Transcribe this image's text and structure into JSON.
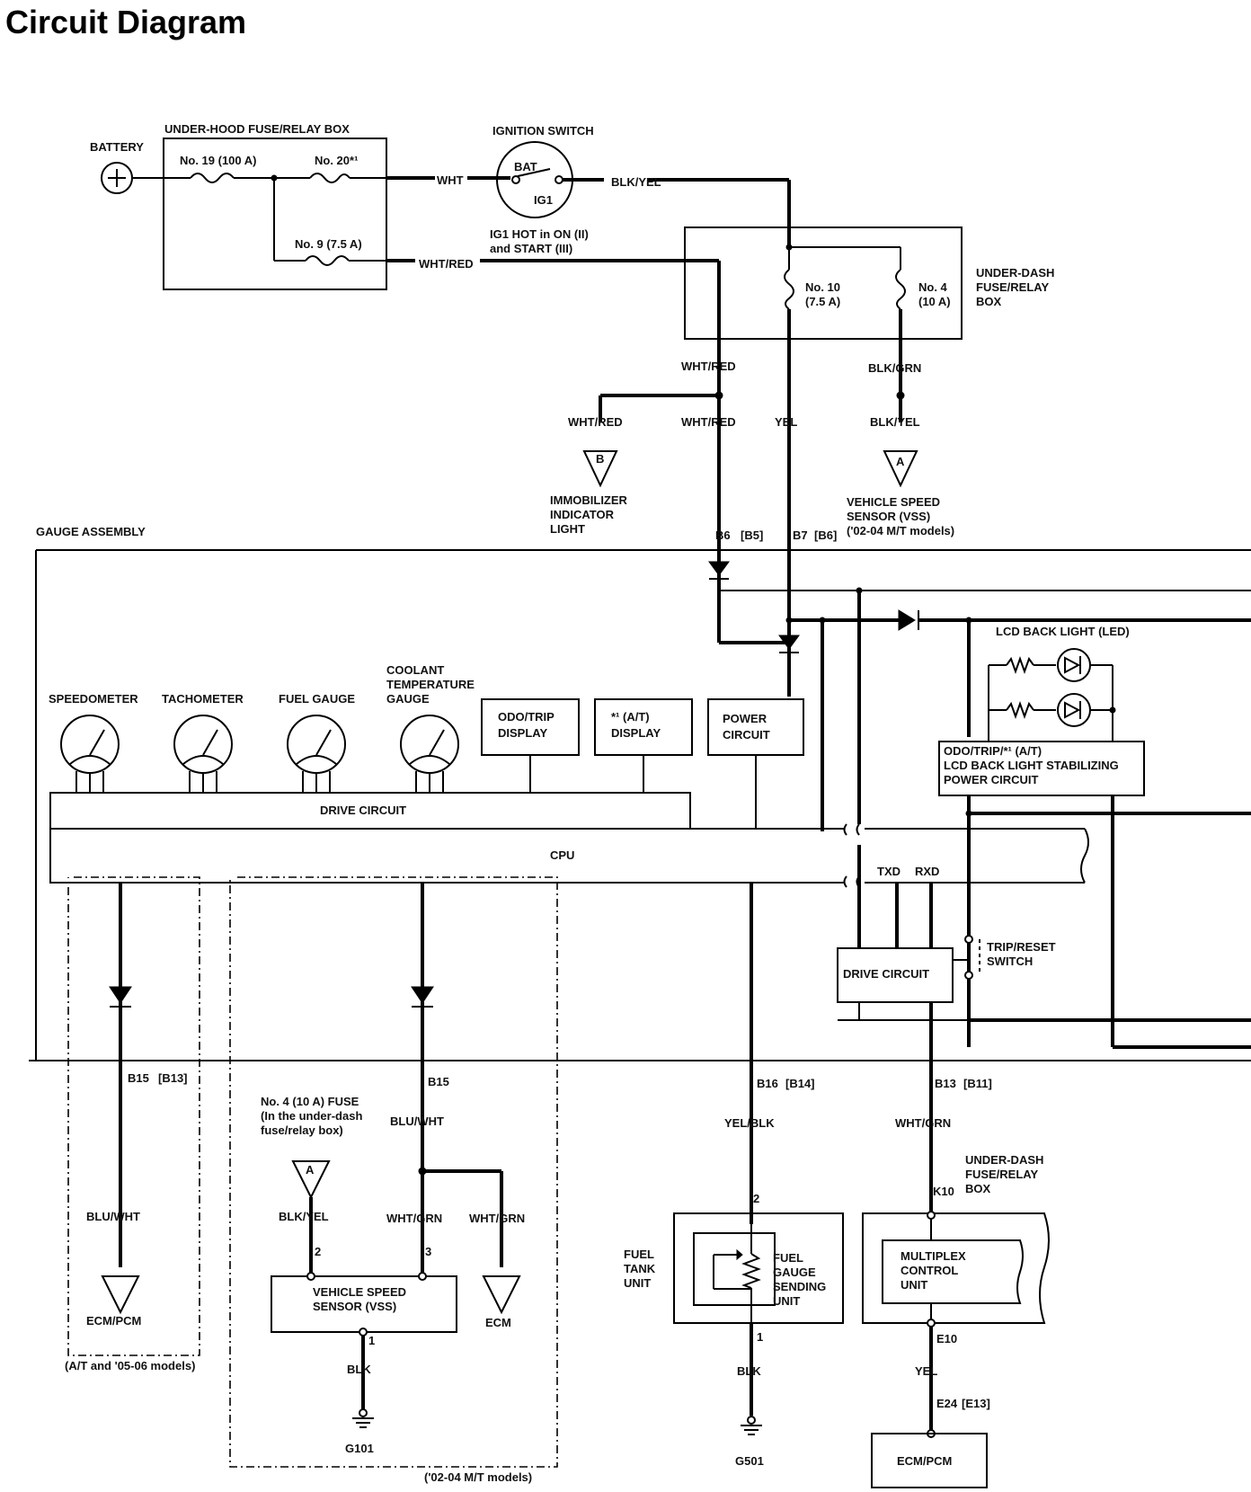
{
  "title": "Circuit Diagram",
  "labels": {
    "battery": "BATTERY",
    "underhood_box": "UNDER-HOOD FUSE/RELAY BOX",
    "fuse19": "No. 19 (100 A)",
    "fuse20": "No. 20*¹",
    "fuse9": "No. 9 (7.5 A)",
    "wht": "WHT",
    "wht_red": "WHT/RED",
    "ignition_switch": "IGNITION SWITCH",
    "bat": "BAT",
    "ig1": "IG1",
    "blk_yel": "BLK/YEL",
    "ig1_hot_1": "IG1 HOT in ON (II)",
    "ig1_hot_2": "and START (III)",
    "fuse10_a": "No. 10",
    "fuse10_b": "(7.5 A)",
    "fuse4_a": "No. 4",
    "fuse4_b": "(10 A)",
    "underdash_1": "UNDER-DASH",
    "underdash_2": "FUSE/RELAY",
    "underdash_3": "BOX",
    "wht_red_2": "WHT/RED",
    "blk_grn": "BLK/GRN",
    "wht_red_3": "WHT/RED",
    "wht_red_4": "WHT/RED",
    "yel": "YEL",
    "blk_yel_2": "BLK/YEL",
    "conn_b": "B",
    "conn_a": "A",
    "immob_1": "IMMOBILIZER",
    "immob_2": "INDICATOR",
    "immob_3": "LIGHT",
    "vss_1": "VEHICLE SPEED",
    "vss_2": "SENSOR (VSS)",
    "vss_3": "('02-04 M/T models)",
    "gauge_assembly": "GAUGE ASSEMBLY",
    "b6": "B6",
    "b5": "[B5]",
    "b7": "B7",
    "b6b": "[B6]",
    "lcd_back_light": "LCD BACK LIGHT (LED)",
    "speedometer": "SPEEDOMETER",
    "tachometer": "TACHOMETER",
    "fuel_gauge": "FUEL GAUGE",
    "coolant_1": "COOLANT",
    "coolant_2": "TEMPERATURE",
    "coolant_3": "GAUGE",
    "odo_1": "ODO/TRIP",
    "odo_2": "DISPLAY",
    "at_1": "*¹ (A/T)",
    "at_2": "DISPLAY",
    "power_1": "POWER",
    "power_2": "CIRCUIT",
    "stab_1": "ODO/TRIP/*¹ (A/T)",
    "stab_2": "LCD BACK LIGHT STABILIZING",
    "stab_3": "POWER CIRCUIT",
    "drive_circuit": "DRIVE CIRCUIT",
    "cpu": "CPU",
    "txd": "TXD",
    "rxd": "RXD",
    "trip_reset_1": "TRIP/RESET",
    "trip_reset_2": "SWITCH",
    "drive_circuit_2": "DRIVE CIRCUIT",
    "b15": "B15",
    "b13": "[B13]",
    "b15b": "B15",
    "b16": "B16",
    "b14": "[B14]",
    "b13b": "B13",
    "b11": "[B11]",
    "fuse_note_1": "No. 4 (10 A) FUSE",
    "fuse_note_2": "(In the under-dash",
    "fuse_note_3": "fuse/relay box)",
    "blu_wht": "BLU/WHT",
    "blu_wht_2": "BLU/WHT",
    "yel_blk": "YEL/BLK",
    "wht_grn": "WHT/GRN",
    "blk_yel_3": "BLK/YEL",
    "wht_grn_2": "WHT/GRN",
    "wht_grn_3": "WHT/GRN",
    "conn_a2": "A",
    "pin2": "2",
    "pin3": "3",
    "vss_box_1": "VEHICLE SPEED",
    "vss_box_2": "SENSOR (VSS)",
    "pin1": "1",
    "blk": "BLK",
    "g101": "G101",
    "ecm_pcm": "ECM/PCM",
    "ecm": "ECM",
    "at_models": "(A/T and '05-06 models)",
    "mt_models": "('02-04 M/T models)",
    "fuel_tank_1": "FUEL",
    "fuel_tank_2": "TANK",
    "fuel_tank_3": "UNIT",
    "fuel_send_1": "FUEL",
    "fuel_send_2": "GAUGE",
    "fuel_send_3": "SENDING",
    "fuel_send_4": "UNIT",
    "pin2b": "2",
    "pin1b": "1",
    "blk_2": "BLK",
    "g501": "G501",
    "underdash2_1": "UNDER-DASH",
    "underdash2_2": "FUSE/RELAY",
    "underdash2_3": "BOX",
    "k10": "K10",
    "mux_1": "MULTIPLEX",
    "mux_2": "CONTROL",
    "mux_3": "UNIT",
    "e10": "E10",
    "yel_2": "YEL",
    "e24": "E24",
    "e13": "[E13]",
    "ecm_pcm_2": "ECM/PCM"
  },
  "colors": {
    "ink": "#000000",
    "paper": "#ffffff"
  }
}
